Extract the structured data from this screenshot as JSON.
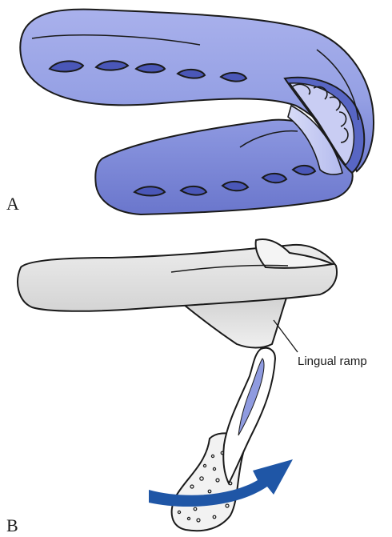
{
  "figure": {
    "panel_a_label": "A",
    "panel_b_label": "B",
    "callouts": {
      "lingual_ramp": "Lingual ramp"
    }
  },
  "colors": {
    "appliance_blue": "#9aa4e6",
    "appliance_blue_dark": "#5866c4",
    "appliance_blue_light": "#c9cdf3",
    "appliance_gray": "#e2e2e2",
    "appliance_gray_dark": "#bdbdbd",
    "outline": "#1a1a1a",
    "arrow_blue": "#1f56a6",
    "tooth_pulp_blue": "#8f9be0"
  }
}
